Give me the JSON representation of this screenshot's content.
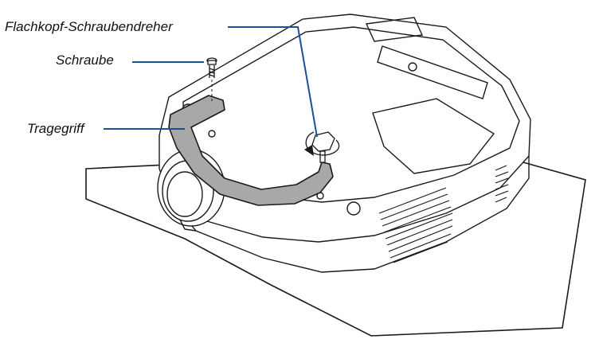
{
  "labels": {
    "screwdriver": "Flachkopf-Schraubendreher",
    "screw": "Schraube",
    "handle": "Tragegriff"
  },
  "colors": {
    "leader_line": "#1a4f9c",
    "outline": "#1a1a1a",
    "handle_fill": "#a8a8a8",
    "surface_fill": "#ffffff"
  },
  "icons": {
    "screwdriver": "flathead-screwdriver-icon",
    "screw": "screw-icon",
    "rotation": "rotation-arrow-icon"
  }
}
